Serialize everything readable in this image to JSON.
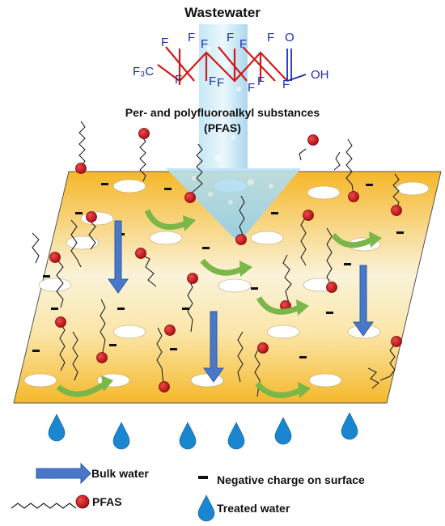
{
  "header": {
    "title": "Wastewater",
    "subtitle_line1": "Per- and polyfluoroalkyl substances",
    "subtitle_line2": "(PFAS)"
  },
  "molecule": {
    "cf3": "F₃C",
    "fluorine": "F",
    "oxygen": "O",
    "hydroxyl": "OH"
  },
  "legend": {
    "bulk_water": "Bulk water",
    "negative_charge": "Negative charge on surface",
    "pfas": "PFAS",
    "treated_water": "Treated water"
  },
  "colors": {
    "membrane_top": "#f7f3dc",
    "membrane_bottom": "#f5b82a",
    "pfas_head": "#c8141b",
    "bulk_arrow": "#4a78c8",
    "recirc_arrow": "#7ab648",
    "droplet": "#1a86cf",
    "chem_text": "#1a2fb0"
  }
}
